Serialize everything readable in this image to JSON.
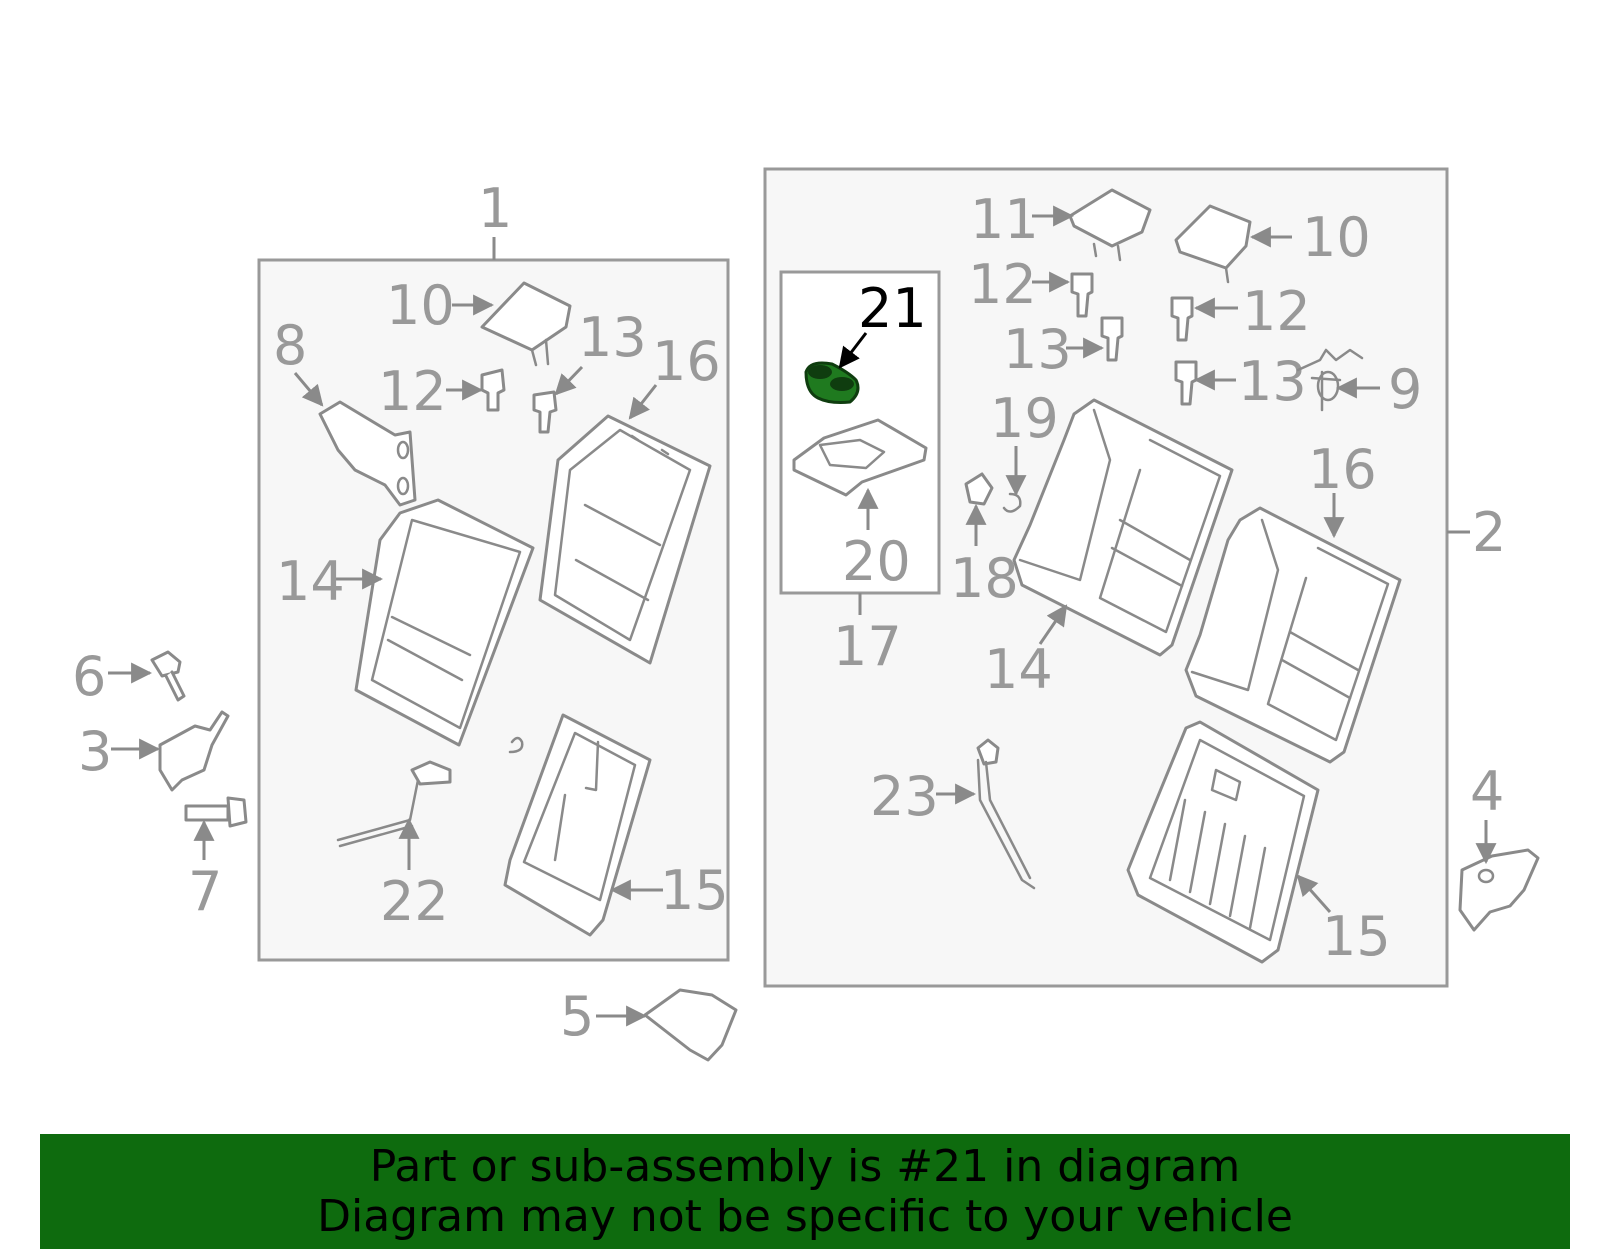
{
  "diagram": {
    "highlight_color": "#1f7a1f",
    "callouts": {
      "n1": "1",
      "n2": "2",
      "n3": "3",
      "n4": "4",
      "n5": "5",
      "n6": "6",
      "n7": "7",
      "n8": "8",
      "n9": "9",
      "n10a": "10",
      "n10b": "10",
      "n11": "11",
      "n12a": "12",
      "n12b": "12",
      "n12c": "12",
      "n13a": "13",
      "n13b": "13",
      "n13c": "13",
      "n14a": "14",
      "n14b": "14",
      "n15a": "15",
      "n15b": "15",
      "n16a": "16",
      "n16b": "16",
      "n17": "17",
      "n18": "18",
      "n19": "19",
      "n20": "20",
      "n21": "21",
      "n22": "22",
      "n23": "23"
    }
  },
  "banner": {
    "background": "#0e6b0e",
    "line1": "Part or sub-assembly is #21 in diagram",
    "line2": "Diagram may not be specific to your vehicle"
  }
}
